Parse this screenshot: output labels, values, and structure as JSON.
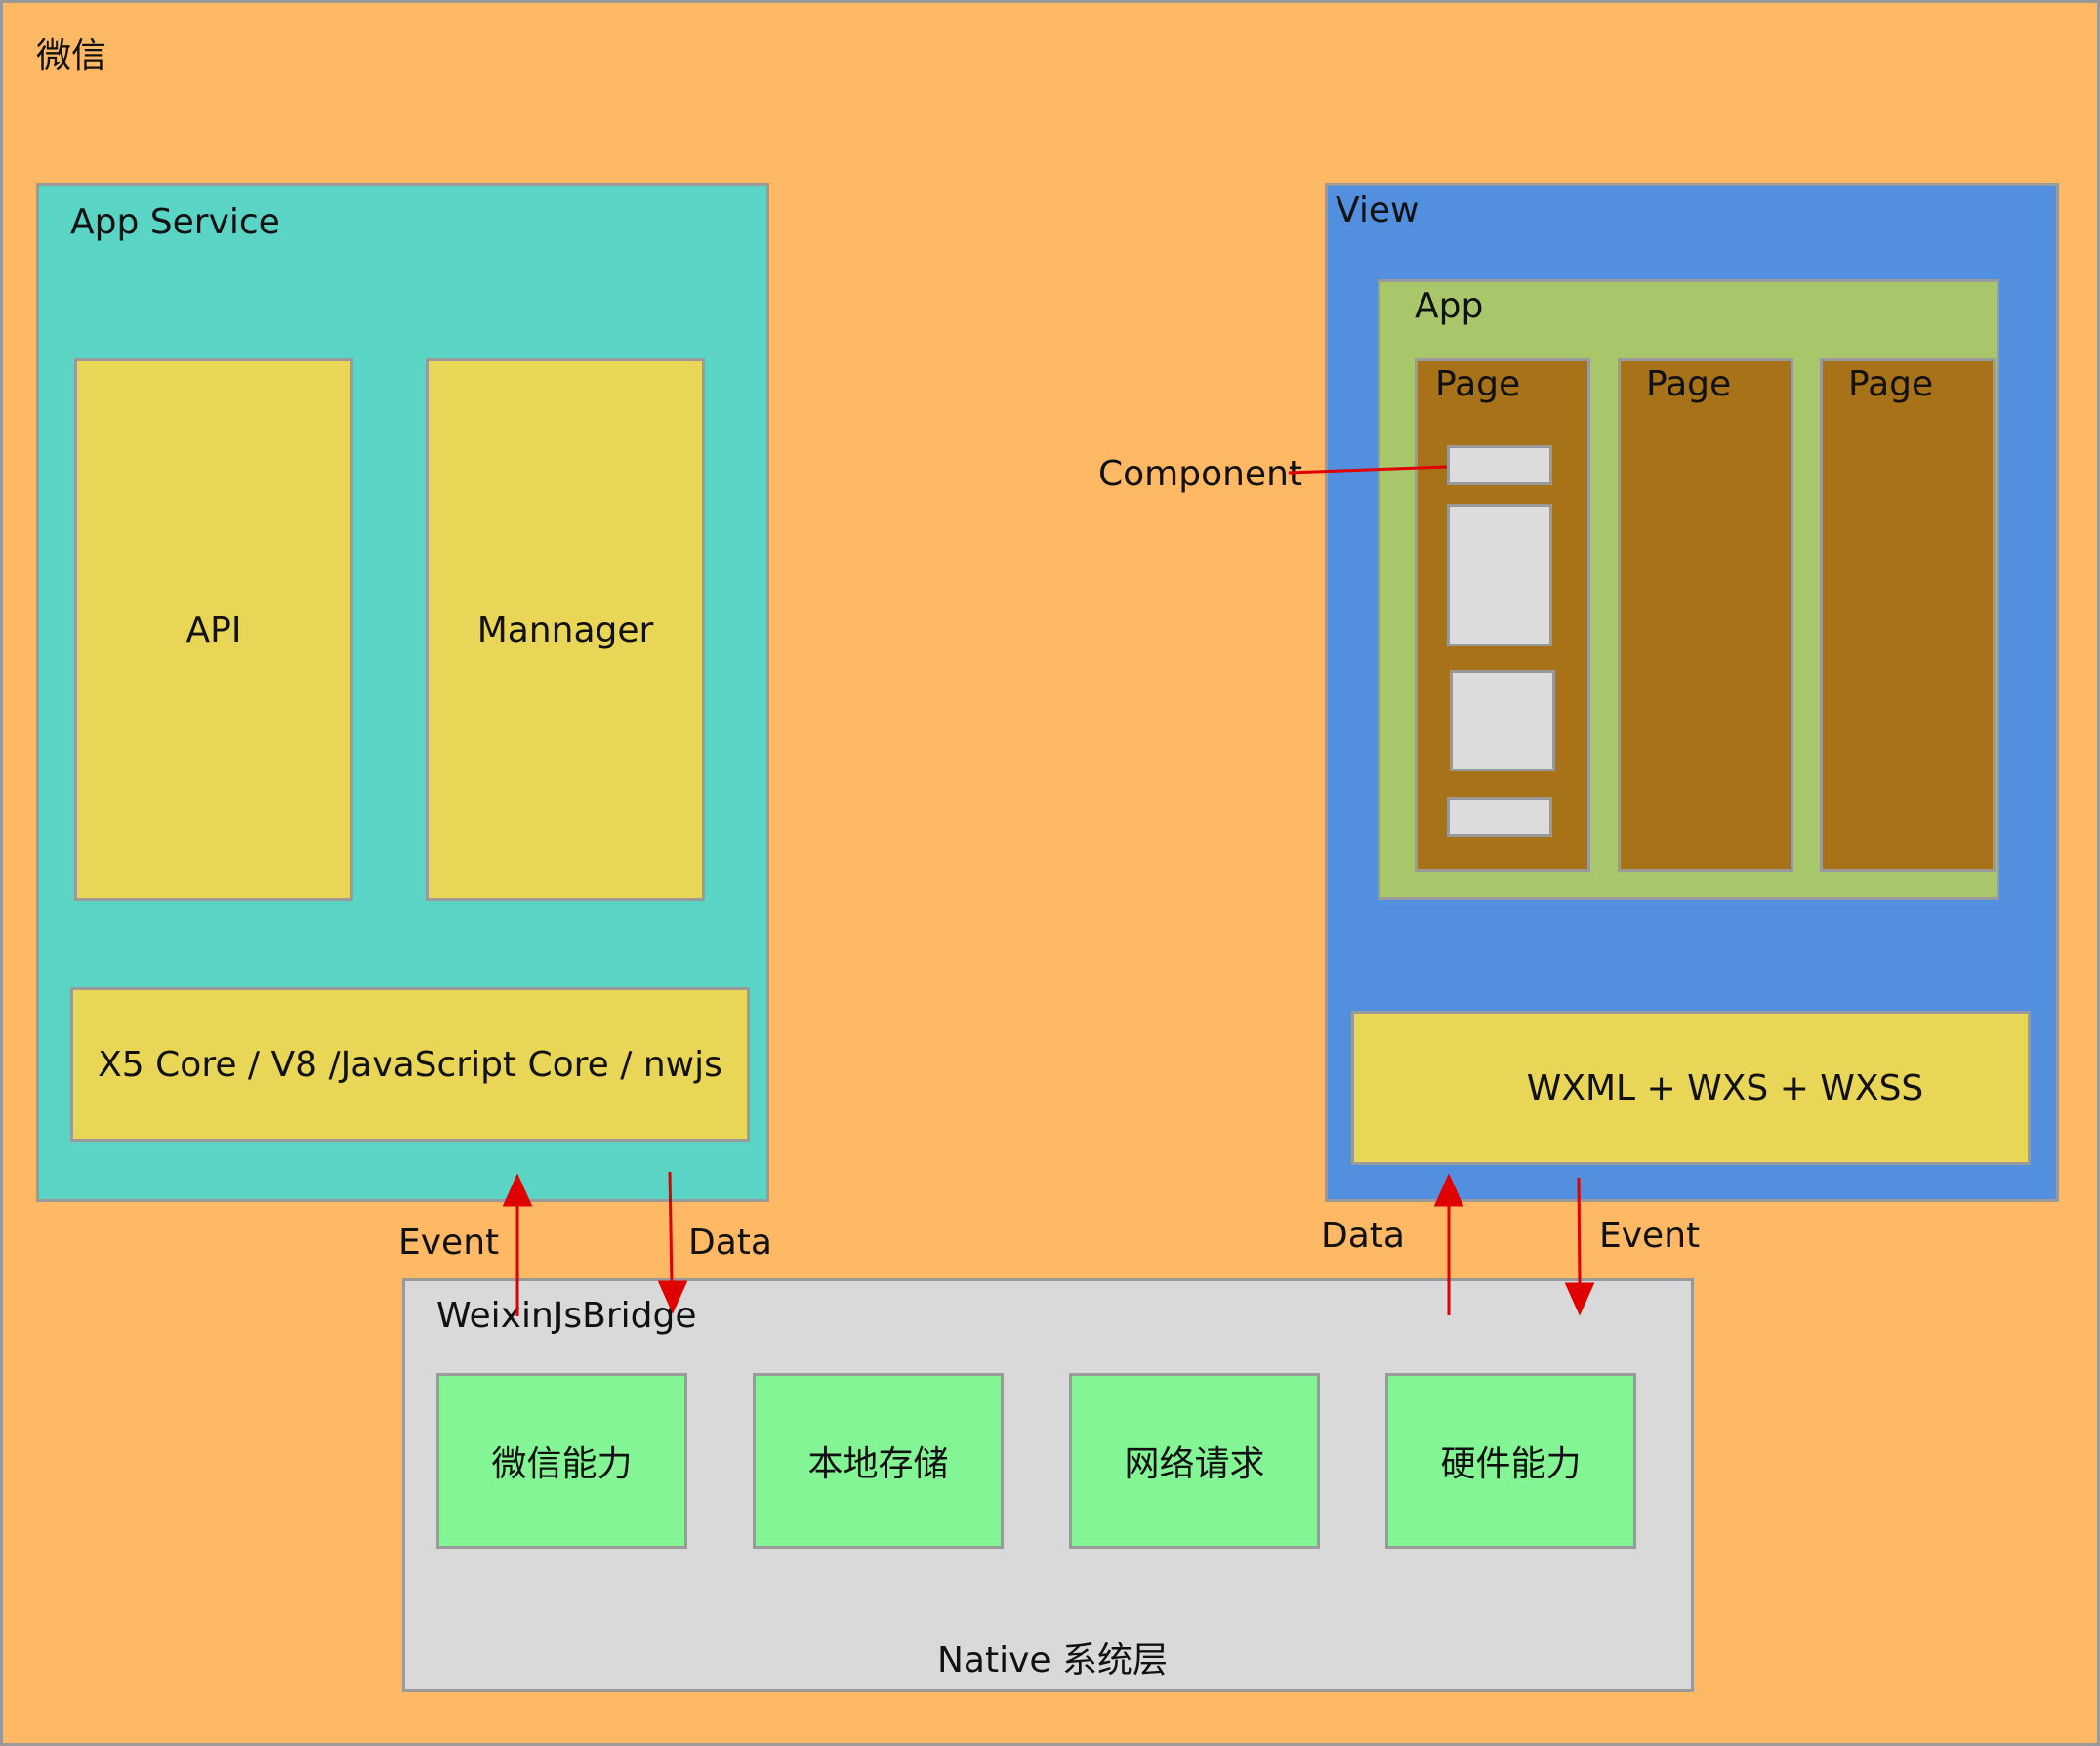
{
  "outer": {
    "title": "微信"
  },
  "app_service": {
    "title": "App Service",
    "api_label": "API",
    "manager_label": "Mannager",
    "core_label": "X5 Core / V8 /JavaScript Core / nwjs"
  },
  "view": {
    "title": "View",
    "app_label": "App",
    "pages": [
      "Page",
      "Page",
      "Page"
    ],
    "component_label": "Component",
    "template_label": "WXML + WXS + WXSS"
  },
  "arrows": {
    "left_event": "Event",
    "left_data": "Data",
    "right_data": "Data",
    "right_event": "Event"
  },
  "bridge": {
    "title": "WeixinJsBridge",
    "capabilities": [
      "微信能力",
      "本地存储",
      "网络请求",
      "硬件能力"
    ],
    "footer": "Native 系统层"
  },
  "colors": {
    "background": "#ffb864",
    "app_service": "#5ad4c4",
    "view": "#528fde",
    "app": "#a7c76a",
    "page": "#a77218",
    "component": "#dcdcdc",
    "yellow_box": "#e9d556",
    "bridge": "#d9d9d9",
    "capability": "#84f595",
    "arrow": "#e00000"
  }
}
